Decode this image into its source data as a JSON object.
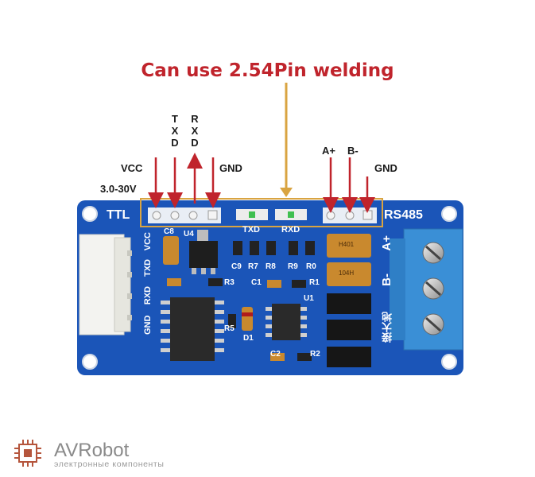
{
  "annotation": {
    "title": "Can use 2.54Pin welding",
    "vcc": "VCC",
    "voltage": "3.0-30V",
    "txd": [
      "T",
      "X",
      "D"
    ],
    "rxd": [
      "R",
      "X",
      "D"
    ],
    "gnd_left": "GND",
    "a_plus": "A+",
    "b_minus": "B-",
    "gnd_right": "GND"
  },
  "board": {
    "ttl": "TTL",
    "rs485": "RS485",
    "connector_labels": [
      "VCC",
      "TXD",
      "RXD",
      "GND"
    ],
    "led_txd": "TXD",
    "led_rxd": "RXD",
    "terminal_a": "A+",
    "terminal_b": "B-",
    "ground_cn": "接大地",
    "refs": {
      "c8": "C8",
      "u4": "U4",
      "r3": "R3",
      "c9": "C9",
      "r7": "R7",
      "r8": "R8",
      "r9": "R9",
      "r0": "R0",
      "c1": "C1",
      "r1": "R1",
      "u1": "U1",
      "r5": "R5",
      "d1": "D1",
      "c2": "C2",
      "r2": "R2"
    },
    "marks": {
      "m1": "H401",
      "m2": "104H"
    }
  },
  "brand": {
    "name": "AVRobot",
    "tagline": "электронные компоненты"
  },
  "colors": {
    "pcb": "#1b55b8",
    "accent_red": "#c0242c",
    "terminal": "#3a8fd6",
    "outline": "#d9a441"
  }
}
